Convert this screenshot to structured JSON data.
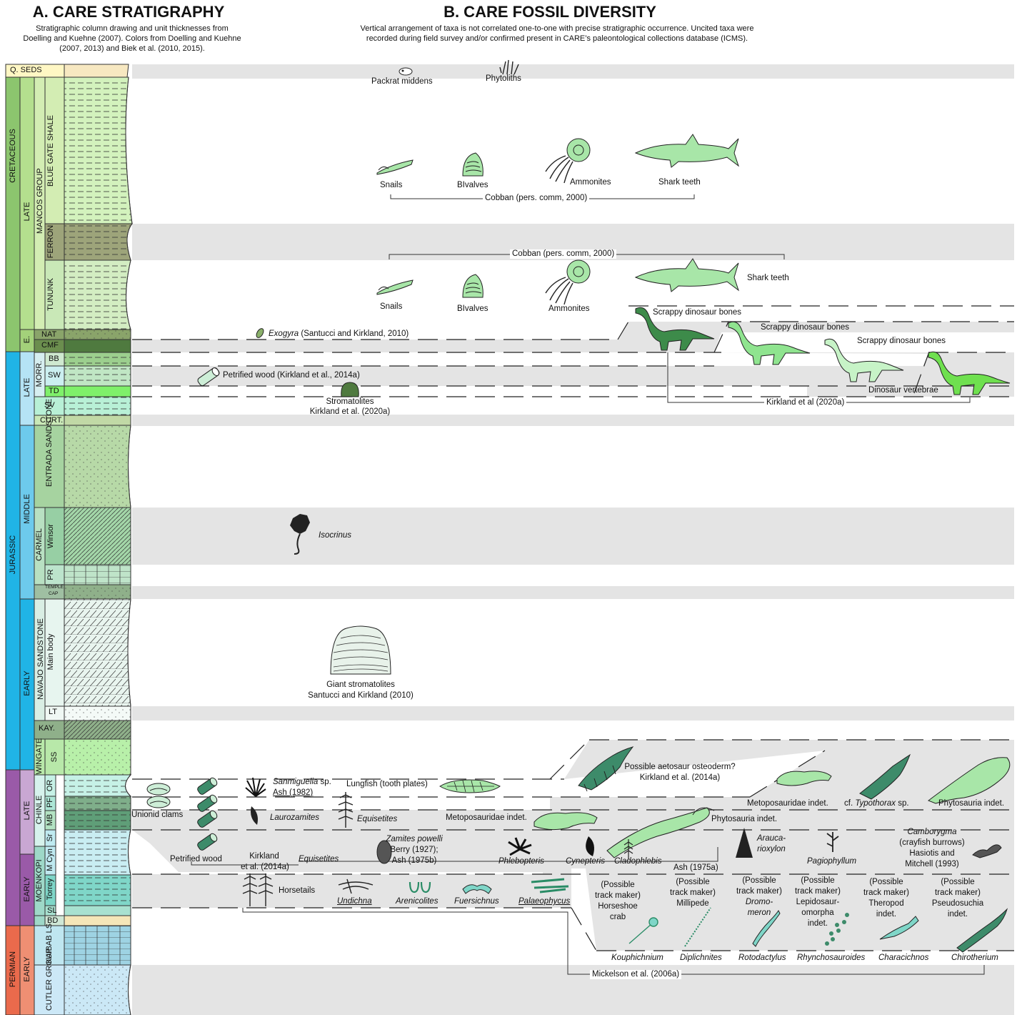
{
  "panel_a": {
    "title": "A. CARE STRATIGRAPHY",
    "subtitle_1": "Stratigraphic column drawing and unit thicknesses from",
    "subtitle_2": "Doelling and Kuehne (2007). Colors from Doelling and Kuehne",
    "subtitle_3": "(2007, 2013) and Biek et al. (2010, 2015)."
  },
  "panel_b": {
    "title": "B. CARE FOSSIL DIVERSITY",
    "subtitle_1": "Vertical arrangement of taxa is not correlated one-to-one with precise stratigraphic occurrence. Uncited taxa were",
    "subtitle_2": "recorded during field survey and/or confirmed present in CARE’s paleontological collections database (ICMS)."
  },
  "periods": [
    "CRETACEOUS",
    "JURASSIC",
    "PERMIAN"
  ],
  "epochs": [
    "LATE",
    "E.",
    "LATE",
    "MIDDLE",
    "EARLY",
    "LATE",
    "EARLY",
    "EARLY"
  ],
  "groups": [
    "MANCOS GROUP",
    "MORR.",
    "CARMEL",
    "NAVAJO SANDSTONE",
    "CHINLE",
    "MOENKOPI",
    "KAIBAB LS",
    "CUTLER GROUP",
    "ENTRADA SANDSTONE",
    "WINGATE"
  ],
  "units": {
    "qseds": "Q. SEDS",
    "blue_gate": "BLUE GATE SHALE",
    "ferron": "FERRON",
    "tununk": "TUNUNK",
    "nat": "NAT",
    "cmf": "CMF",
    "bb": "BB",
    "sw": "SW",
    "td": "TD",
    "sv": "SV",
    "curt": "CURT.",
    "winsor": "Winsor",
    "pr": "PR",
    "temple_cap_1": "TEMPLE",
    "temple_cap_2": "CAP",
    "main_body": "Main body",
    "lt": "LT",
    "kay": "KAY.",
    "ss": "SS",
    "or": "OR",
    "pf": "PF",
    "mb": "MB",
    "sr": "Sr",
    "m_cyn": "M Cyn",
    "torrey": "Torrey",
    "sl": "SL",
    "bd": "BD"
  },
  "fossils": {
    "packrat": "Packrat middens",
    "phytoliths": "Phytoliths",
    "snails": "Snails",
    "bivalves": "BIvalves",
    "ammonites": "Ammonites",
    "shark_teeth": "Shark teeth",
    "cobban": "Cobban (pers. comm, 2000)",
    "exogyra_italic": "Exogyra",
    "exogyra_ref": " (Santucci and Kirkland, 2010)",
    "scrappy": "Scrappy dinosaur bones",
    "petrified_wood_ref": "Petrified wood (Kirkland et al., 2014a)",
    "stromatolites": "Stromatolites",
    "stromatolites_ref": "Kirkland et al. (2020a)",
    "dinosaur_vertebrae": "Dinosaur vertebrae",
    "kirkland_2020": "Kirkland et al (2020a)",
    "isocrinus": "Isocrinus",
    "giant_stromatolites": "Giant stromatolites",
    "giant_stromatolites_ref": "Santucci and Kirkland (2010)",
    "aetosaur_1": "Possible aetosaur osteoderm?",
    "aetosaur_2": "Kirkland et al. (2014a)",
    "sanmiguelia": "Sanmiguelia",
    "sanmiguelia_sp": " sp.",
    "ash_1982": "Ash (1982)",
    "lungfish": "Lungfish (tooth plates)",
    "unionid": "Unionid clams",
    "laurozamites": "Laurozamites",
    "equisetites": "Equisetites",
    "metoposauridae": "Metoposauridae indet.",
    "phytosauria": "Phytosauria indet.",
    "typhothorax_cf": "cf. ",
    "typhothorax": "Typothorax",
    "typhothorax_sp": " sp.",
    "petrified_wood": "Petrified wood",
    "kirkland_2014_1": "Kirkland",
    "kirkland_2014_2": "et al. (2014a)",
    "zamites": "Zamites powelli",
    "zamites_ref_1": "Berry (1927);",
    "zamites_ref_2": "Ash (1975b)",
    "phlebopteris": "Phlebopteris",
    "cynepteris": "Cynepteris",
    "cladophlebis": "Cladophlebis",
    "ash_1975a": "Ash (1975a)",
    "araucarioxylon_1": "Arauca-",
    "araucarioxylon_2": "rioxylon",
    "pagiophyllum": "Pagiophyllum",
    "camborygma": "Camborygma",
    "camborygma_2": "(crayfish burrows)",
    "camborygma_3": "Hasiotis and",
    "camborygma_4": "Mitchell (1993)",
    "horsetails": "Horsetails",
    "undichna": "Undichna",
    "arenicolites": "Arenicolites",
    "fuersichnus": "Fuersichnus",
    "palaeophycus": "Palaeophycus",
    "tm_horseshoe_1": "(Possible",
    "tm_horseshoe_2": "track maker)",
    "tm_horseshoe_3": "Horseshoe",
    "tm_horseshoe_4": "crab",
    "tm_millipede_3": "Millipede",
    "tm_dromomeron_3": "Dromo-",
    "tm_dromomeron_4": "meron",
    "tm_lepido_3": "Lepidosaur-",
    "tm_lepido_4": "omorpha",
    "tm_lepido_5": "indet.",
    "tm_theropod_3": "Theropod",
    "tm_theropod_4": "indet.",
    "tm_pseudo_3": "Pseudosuchia",
    "tm_pseudo_4": "indet.",
    "kouphichnium": "Kouphichnium",
    "diplichnites": "Diplichnites",
    "rotodactylus": "Rotodactylus",
    "rhynchosauroides": "Rhynchosauroides",
    "characichnos": "Characichnos",
    "chirotherium": "Chirotherium",
    "mickelson": "Mickelson et al. (2006a)"
  },
  "colors": {
    "cretaceous": "#8cc56e",
    "jurassic": "#20b4e6",
    "permian": "#ea6a4c",
    "triassic": "#9a5aa8",
    "band_gray": "#e4e4e4",
    "fossil_green": "#a8e6a8",
    "dino_dark": "#3d8b4a"
  }
}
